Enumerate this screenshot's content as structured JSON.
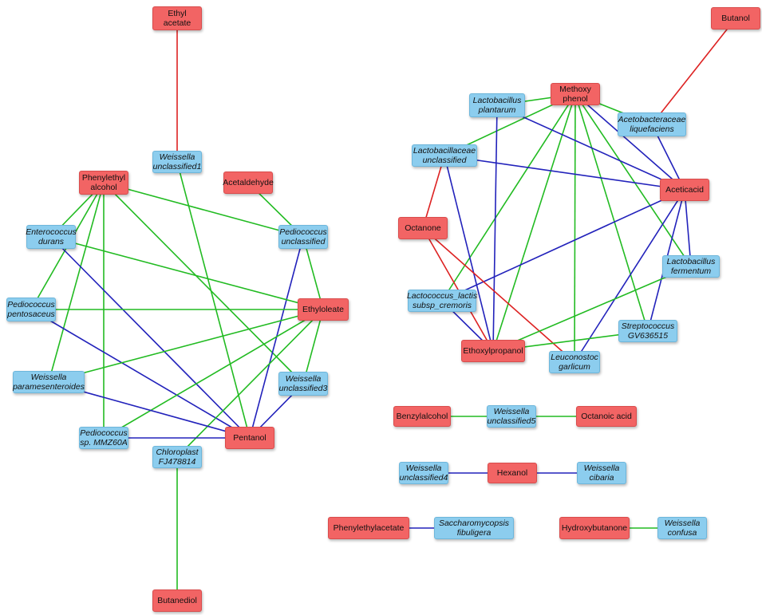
{
  "colors": {
    "metabolite": "#f26464",
    "microbe": "#8ccdee",
    "positive": "#22bb22",
    "negative": "#2222bb",
    "other": "#dd2222"
  },
  "nodes": [
    {
      "id": "ethyl_acetate",
      "label": "Ethyl\nacetate",
      "kind": "metabolite"
    },
    {
      "id": "weissella_u1",
      "label": "Weissella\nunclassified1",
      "kind": "microbe"
    },
    {
      "id": "phenylethyl_alcohol",
      "label": "Phenylethyl\nalcohol",
      "kind": "metabolite"
    },
    {
      "id": "acetaldehyde",
      "label": "Acetaldehyde",
      "kind": "metabolite"
    },
    {
      "id": "enterococcus_durans",
      "label": "Enterococcus\ndurans",
      "kind": "microbe"
    },
    {
      "id": "pediococcus_u",
      "label": "Pediococcus\nunclassified",
      "kind": "microbe"
    },
    {
      "id": "pediococcus_pent",
      "label": "Pediococcus\npentosaceus",
      "kind": "microbe"
    },
    {
      "id": "ethyloleate",
      "label": "Ethyloleate",
      "kind": "metabolite"
    },
    {
      "id": "weissella_param",
      "label": "Weissella\nparamesenteroides",
      "kind": "microbe"
    },
    {
      "id": "weissella_u3",
      "label": "Weissella\nunclassified3",
      "kind": "microbe"
    },
    {
      "id": "pediococcus_mmz",
      "label": "Pediococcus\nsp. MMZ60A",
      "kind": "microbe"
    },
    {
      "id": "pentanol",
      "label": "Pentanol",
      "kind": "metabolite"
    },
    {
      "id": "chloroplast",
      "label": "Chloroplast\nFJ478814",
      "kind": "microbe"
    },
    {
      "id": "butanediol",
      "label": "Butanediol",
      "kind": "metabolite"
    },
    {
      "id": "butanol",
      "label": "Butanol",
      "kind": "metabolite"
    },
    {
      "id": "methoxy_phenol",
      "label": "Methoxy\nphenol",
      "kind": "metabolite"
    },
    {
      "id": "lacto_plantarum",
      "label": "Lactobacillus\nplantarum",
      "kind": "microbe"
    },
    {
      "id": "acetobacteraceae",
      "label": "Acetobacteraceae\nliquefaciens",
      "kind": "microbe"
    },
    {
      "id": "lactobacillaceae_u",
      "label": "Lactobacillaceae\nunclassified",
      "kind": "microbe"
    },
    {
      "id": "aceticacid",
      "label": "Aceticacid",
      "kind": "metabolite"
    },
    {
      "id": "octanone",
      "label": "Octanone",
      "kind": "metabolite"
    },
    {
      "id": "lacto_fermentum",
      "label": "Lactobacillus\nfermentum",
      "kind": "microbe"
    },
    {
      "id": "lactococcus",
      "label": "Lactococcus_lactis\nsubsp_cremoris",
      "kind": "microbe"
    },
    {
      "id": "streptococcus",
      "label": "Streptococcus\nGV636515",
      "kind": "microbe"
    },
    {
      "id": "ethoxylpropanol",
      "label": "Ethoxylpropanol",
      "kind": "metabolite"
    },
    {
      "id": "leuconostoc",
      "label": "Leuconostoc\ngarlicum",
      "kind": "microbe"
    },
    {
      "id": "benzylalcohol",
      "label": "Benzylalcohol",
      "kind": "metabolite"
    },
    {
      "id": "weissella_u5",
      "label": "Weissella\nunclassified5",
      "kind": "microbe"
    },
    {
      "id": "octanoic_acid",
      "label": "Octanoic acid",
      "kind": "metabolite"
    },
    {
      "id": "weissella_u4",
      "label": "Weissella\nunclassified4",
      "kind": "microbe"
    },
    {
      "id": "hexanol",
      "label": "Hexanol",
      "kind": "metabolite"
    },
    {
      "id": "weissella_cibaria",
      "label": "Weissella\ncibaria",
      "kind": "microbe"
    },
    {
      "id": "phenylethylacetate",
      "label": "Phenylethylacetate",
      "kind": "metabolite"
    },
    {
      "id": "saccharomycopsis",
      "label": "Saccharomycopsis\nfibuligera",
      "kind": "microbe"
    },
    {
      "id": "hydroxybutanone",
      "label": "Hydroxybutanone",
      "kind": "metabolite"
    },
    {
      "id": "weissella_confusa",
      "label": "Weissella\nconfusa",
      "kind": "microbe"
    }
  ],
  "edges": [
    {
      "from": "ethyl_acetate",
      "to": "weissella_u1",
      "type": "other"
    },
    {
      "from": "phenylethyl_alcohol",
      "to": "enterococcus_durans",
      "type": "positive"
    },
    {
      "from": "phenylethyl_alcohol",
      "to": "pediococcus_pent",
      "type": "positive"
    },
    {
      "from": "phenylethyl_alcohol",
      "to": "weissella_param",
      "type": "positive"
    },
    {
      "from": "phenylethyl_alcohol",
      "to": "pediococcus_mmz",
      "type": "positive"
    },
    {
      "from": "phenylethyl_alcohol",
      "to": "pediococcus_u",
      "type": "positive"
    },
    {
      "from": "phenylethyl_alcohol",
      "to": "weissella_u3",
      "type": "positive"
    },
    {
      "from": "weissella_u1",
      "to": "pentanol",
      "type": "positive"
    },
    {
      "from": "acetaldehyde",
      "to": "pediococcus_u",
      "type": "positive"
    },
    {
      "from": "pediococcus_u",
      "to": "ethyloleate",
      "type": "positive"
    },
    {
      "from": "pediococcus_u",
      "to": "pentanol",
      "type": "negative"
    },
    {
      "from": "enterococcus_durans",
      "to": "ethyloleate",
      "type": "positive"
    },
    {
      "from": "enterococcus_durans",
      "to": "pentanol",
      "type": "negative"
    },
    {
      "from": "pediococcus_pent",
      "to": "ethyloleate",
      "type": "positive"
    },
    {
      "from": "pediococcus_pent",
      "to": "pentanol",
      "type": "negative"
    },
    {
      "from": "ethyloleate",
      "to": "weissella_param",
      "type": "positive"
    },
    {
      "from": "ethyloleate",
      "to": "pediococcus_mmz",
      "type": "positive"
    },
    {
      "from": "ethyloleate",
      "to": "chloroplast",
      "type": "positive"
    },
    {
      "from": "ethyloleate",
      "to": "weissella_u3",
      "type": "positive"
    },
    {
      "from": "weissella_param",
      "to": "pentanol",
      "type": "negative"
    },
    {
      "from": "pediococcus_mmz",
      "to": "pentanol",
      "type": "negative"
    },
    {
      "from": "weissella_u3",
      "to": "pentanol",
      "type": "negative"
    },
    {
      "from": "chloroplast",
      "to": "butanediol",
      "type": "positive"
    },
    {
      "from": "butanol",
      "to": "acetobacteraceae",
      "type": "other"
    },
    {
      "from": "methoxy_phenol",
      "to": "lacto_plantarum",
      "type": "positive"
    },
    {
      "from": "methoxy_phenol",
      "to": "lactobacillaceae_u",
      "type": "positive"
    },
    {
      "from": "methoxy_phenol",
      "to": "acetobacteraceae",
      "type": "positive"
    },
    {
      "from": "methoxy_phenol",
      "to": "aceticacid",
      "type": "negative"
    },
    {
      "from": "methoxy_phenol",
      "to": "lacto_fermentum",
      "type": "positive"
    },
    {
      "from": "methoxy_phenol",
      "to": "streptococcus",
      "type": "positive"
    },
    {
      "from": "methoxy_phenol",
      "to": "leuconostoc",
      "type": "positive"
    },
    {
      "from": "methoxy_phenol",
      "to": "ethoxylpropanol",
      "type": "positive"
    },
    {
      "from": "methoxy_phenol",
      "to": "lactococcus",
      "type": "positive"
    },
    {
      "from": "lacto_plantarum",
      "to": "ethoxylpropanol",
      "type": "negative"
    },
    {
      "from": "lacto_plantarum",
      "to": "aceticacid",
      "type": "negative"
    },
    {
      "from": "lactobacillaceae_u",
      "to": "aceticacid",
      "type": "negative"
    },
    {
      "from": "lactobacillaceae_u",
      "to": "octanone",
      "type": "other"
    },
    {
      "from": "lactobacillaceae_u",
      "to": "ethoxylpropanol",
      "type": "negative"
    },
    {
      "from": "acetobacteraceae",
      "to": "aceticacid",
      "type": "negative"
    },
    {
      "from": "aceticacid",
      "to": "lacto_fermentum",
      "type": "negative"
    },
    {
      "from": "aceticacid",
      "to": "streptococcus",
      "type": "negative"
    },
    {
      "from": "aceticacid",
      "to": "leuconostoc",
      "type": "negative"
    },
    {
      "from": "aceticacid",
      "to": "lactococcus",
      "type": "negative"
    },
    {
      "from": "octanone",
      "to": "ethoxylpropanol",
      "type": "other"
    },
    {
      "from": "octanone",
      "to": "leuconostoc",
      "type": "other"
    },
    {
      "from": "lacto_fermentum",
      "to": "ethoxylpropanol",
      "type": "positive"
    },
    {
      "from": "lactococcus",
      "to": "ethoxylpropanol",
      "type": "negative"
    },
    {
      "from": "streptococcus",
      "to": "ethoxylpropanol",
      "type": "positive"
    },
    {
      "from": "benzylalcohol",
      "to": "weissella_u5",
      "type": "positive"
    },
    {
      "from": "weissella_u5",
      "to": "octanoic_acid",
      "type": "positive"
    },
    {
      "from": "weissella_u4",
      "to": "hexanol",
      "type": "negative"
    },
    {
      "from": "hexanol",
      "to": "weissella_cibaria",
      "type": "negative"
    },
    {
      "from": "phenylethylacetate",
      "to": "saccharomycopsis",
      "type": "negative"
    },
    {
      "from": "hydroxybutanone",
      "to": "weissella_confusa",
      "type": "positive"
    }
  ]
}
